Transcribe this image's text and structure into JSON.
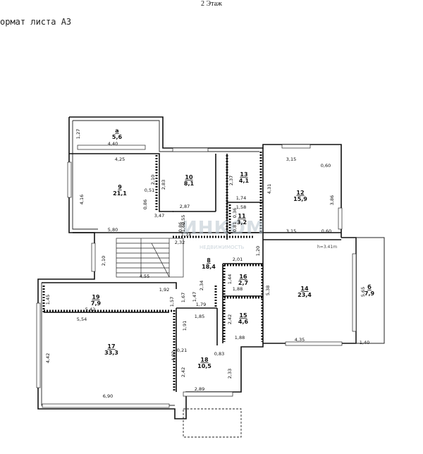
{
  "page": {
    "title": "2 Этаж",
    "format": "ормат листа А3"
  },
  "watermark": {
    "logo": "ИНКОМ",
    "sub": "НЕДВИЖИМОСТЬ"
  },
  "height_label": "h=3.41m",
  "rooms": [
    {
      "num": "а",
      "area": "5,6"
    },
    {
      "num": "9",
      "area": "21,1"
    },
    {
      "num": "10",
      "area": "8,1"
    },
    {
      "num": "13",
      "area": "4,1"
    },
    {
      "num": "12",
      "area": "15,9"
    },
    {
      "num": "11",
      "area": "3,2"
    },
    {
      "num": "8",
      "area": "18,4"
    },
    {
      "num": "16",
      "area": "2,7"
    },
    {
      "num": "15",
      "area": "4,6"
    },
    {
      "num": "14",
      "area": "23,4"
    },
    {
      "num": "б",
      "area": "7,9"
    },
    {
      "num": "19",
      "area": "7,9"
    },
    {
      "num": "17",
      "area": "33,3"
    },
    {
      "num": "18",
      "area": "10,5"
    }
  ],
  "dimensions": [
    "1,27",
    "4,40",
    "4,25",
    "2,10",
    "4,16",
    "0,51",
    "0,86",
    "2,83",
    "2,87",
    "5,80",
    "3,47",
    "2,37",
    "1,74",
    "1,58",
    "0,36",
    "0,81",
    "1,74",
    "4,31",
    "3,15",
    "0,60",
    "3,86",
    "0,60",
    "3,15",
    "2,10",
    "0,86",
    "0,55",
    "1,62",
    "2,32",
    "1,20",
    "2,01",
    "1,44",
    "1,88",
    "5,38",
    "4,55",
    "1,92",
    "1,67",
    "1,57",
    "2,34",
    "1,47",
    "1,45",
    "5,42",
    "5,54",
    "1,79",
    "1,85",
    "2,42",
    "1,88",
    "4,35",
    "5,65",
    "1,40",
    "1,91",
    "4,42",
    "4,82",
    "0,21",
    "0,83",
    "2,42",
    "2,33",
    "6,90",
    "2,89"
  ]
}
